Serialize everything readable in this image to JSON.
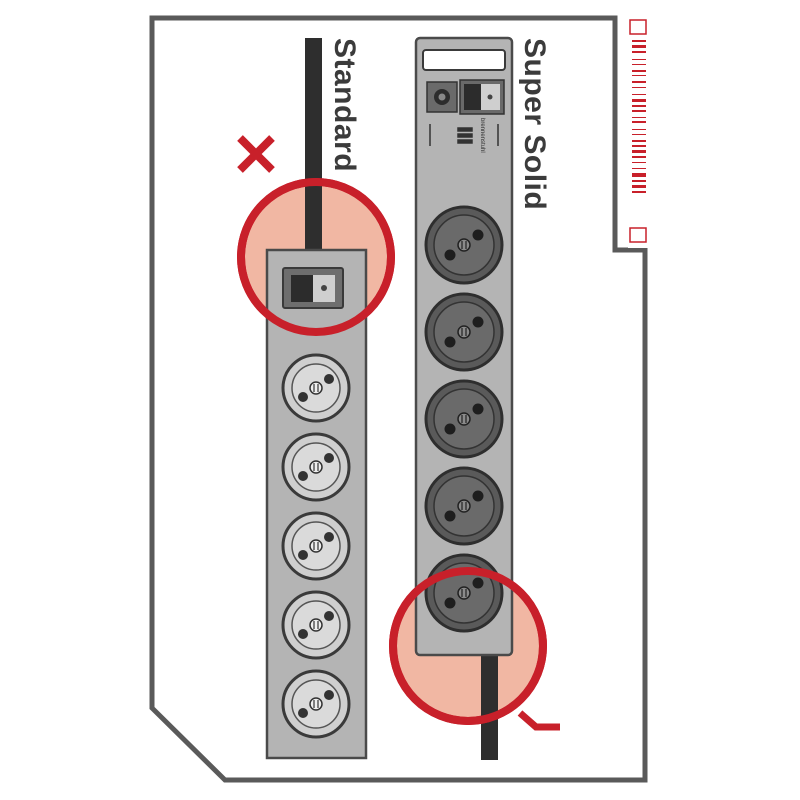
{
  "labels": {
    "standard": "Standard",
    "super_solid": "Super Solid",
    "brand": "brennenstuhl"
  },
  "marks": {
    "standard_verdict": "cross-icon",
    "super_solid_verdict": "check-icon"
  },
  "colors": {
    "frame": "#5a5a5a",
    "strip": "#b4b4b4",
    "outline": "#4a4a4a",
    "cable": "#2e2e2e",
    "accent_red": "#c8202a",
    "highlight_fill": "#f1b7a3"
  },
  "strips": {
    "standard": {
      "sockets": 5,
      "switch_position": "top"
    },
    "super_solid": {
      "sockets": 5,
      "switch_position": "top",
      "has_fuse": true
    }
  }
}
